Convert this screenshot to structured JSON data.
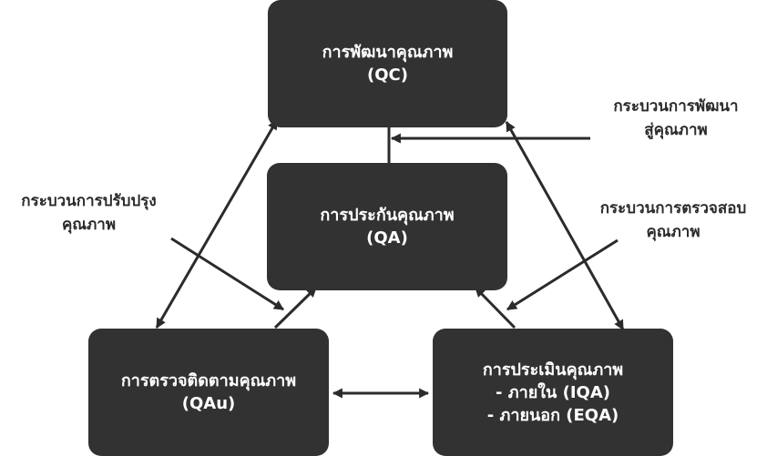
{
  "colors": {
    "box_fill": "#323232",
    "box_text": "#ffffff",
    "label_text": "#2b2b2b",
    "arrow": "#2b2b2b"
  },
  "boxes": {
    "qc": {
      "line1": "การพัฒนาคุณภาพ",
      "line2": "(QC)"
    },
    "qa": {
      "line1": "การประกันคุณภาพ",
      "line2": "(QA)"
    },
    "qau": {
      "line1": "การตรวจติดตามคุณภาพ",
      "line2": "(QAu)"
    },
    "eval": {
      "line1": "การประเมินคุณภาพ",
      "line2": "- ภายใน (IQA)",
      "line3": "- ภายนอก (EQA)"
    }
  },
  "labels": {
    "development": {
      "line1": "กระบวนการพัฒนา",
      "line2": "สู่คุณภาพ"
    },
    "improvement": {
      "line1": "กระบวนการปรับปรุง",
      "line2": "คุณภาพ"
    },
    "audit": {
      "line1": "กระบวนการตรวจสอบ",
      "line2": "คุณภาพ"
    }
  }
}
